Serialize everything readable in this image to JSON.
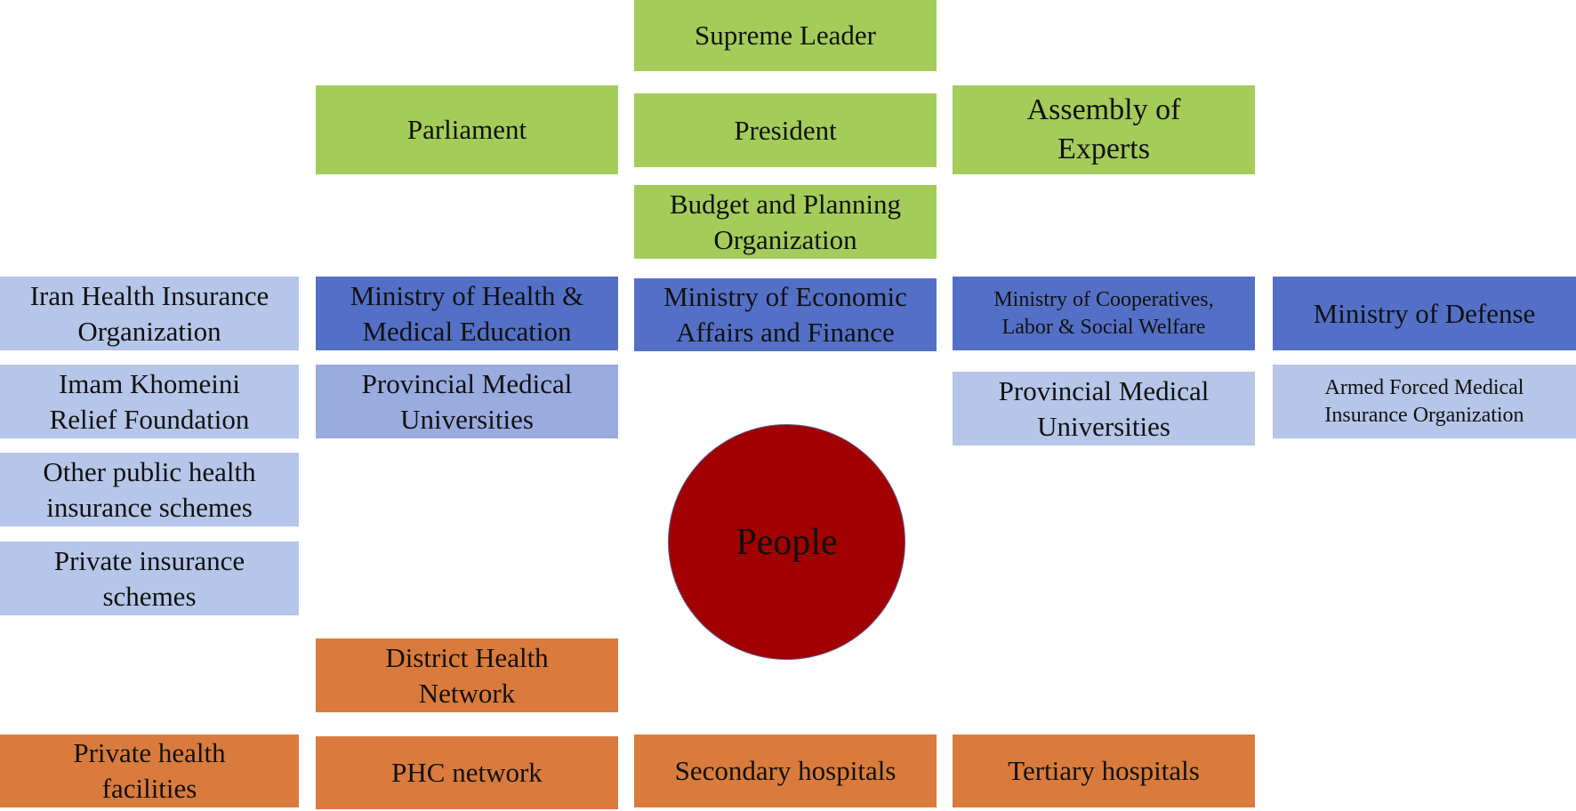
{
  "diagram": {
    "leadership": {
      "supreme_leader": "Supreme Leader",
      "parliament": "Parliament",
      "president": "President",
      "assembly_of_experts": "Assembly of\nExperts",
      "budget_planning": "Budget and Planning\nOrganization"
    },
    "ministries": {
      "health": "Ministry of Health &\nMedical Education",
      "economic": "Ministry of Economic\nAffairs and Finance",
      "cooperatives": "Ministry of Cooperatives,\nLabor & Social Welfare",
      "defense": "Ministry of Defense"
    },
    "insurance": {
      "ihio": "Iran Health Insurance\nOrganization",
      "imam_khomeini": "Imam Khomeini\nRelief Foundation",
      "other_public": "Other public health\ninsurance schemes",
      "private": "Private insurance\nschemes",
      "armed_forces": "Armed Forced Medical\nInsurance Organization"
    },
    "universities": {
      "provincial_left": "Provincial Medical\nUniversities",
      "provincial_right": "Provincial Medical\nUniversities"
    },
    "providers": {
      "district_network": "District Health\nNetwork",
      "private_facilities": "Private health\nfacilities",
      "phc_network": "PHC network",
      "secondary_hospitals": "Secondary hospitals",
      "tertiary_hospitals": "Tertiary hospitals"
    },
    "center": {
      "people": "People"
    },
    "colors": {
      "leadership_green": "#a3cc5b",
      "ministry_blue": "#5470c6",
      "university_blue": "#99abdf",
      "insurance_light_blue": "#b6c6e8",
      "provider_orange": "#d97b3c",
      "people_red": "#a10000"
    }
  }
}
